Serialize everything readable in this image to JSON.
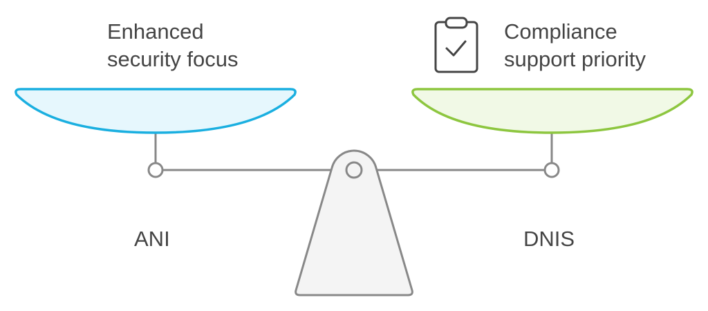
{
  "diagram": {
    "type": "balance-scale",
    "left": {
      "caption_lines": [
        "Enhanced",
        "security focus"
      ],
      "side_label": "ANI",
      "pan_stroke": "#1AAFE0",
      "pan_fill": "#E6F7FD"
    },
    "right": {
      "icon": "clipboard-check-icon",
      "caption_lines": [
        "Compliance",
        "support priority"
      ],
      "side_label": "DNIS",
      "pan_stroke": "#8DC63F",
      "pan_fill": "#F1F9E6"
    },
    "structure_stroke": "#888888",
    "fulcrum_fill": "#F4F4F4",
    "text_color": "#444444"
  }
}
